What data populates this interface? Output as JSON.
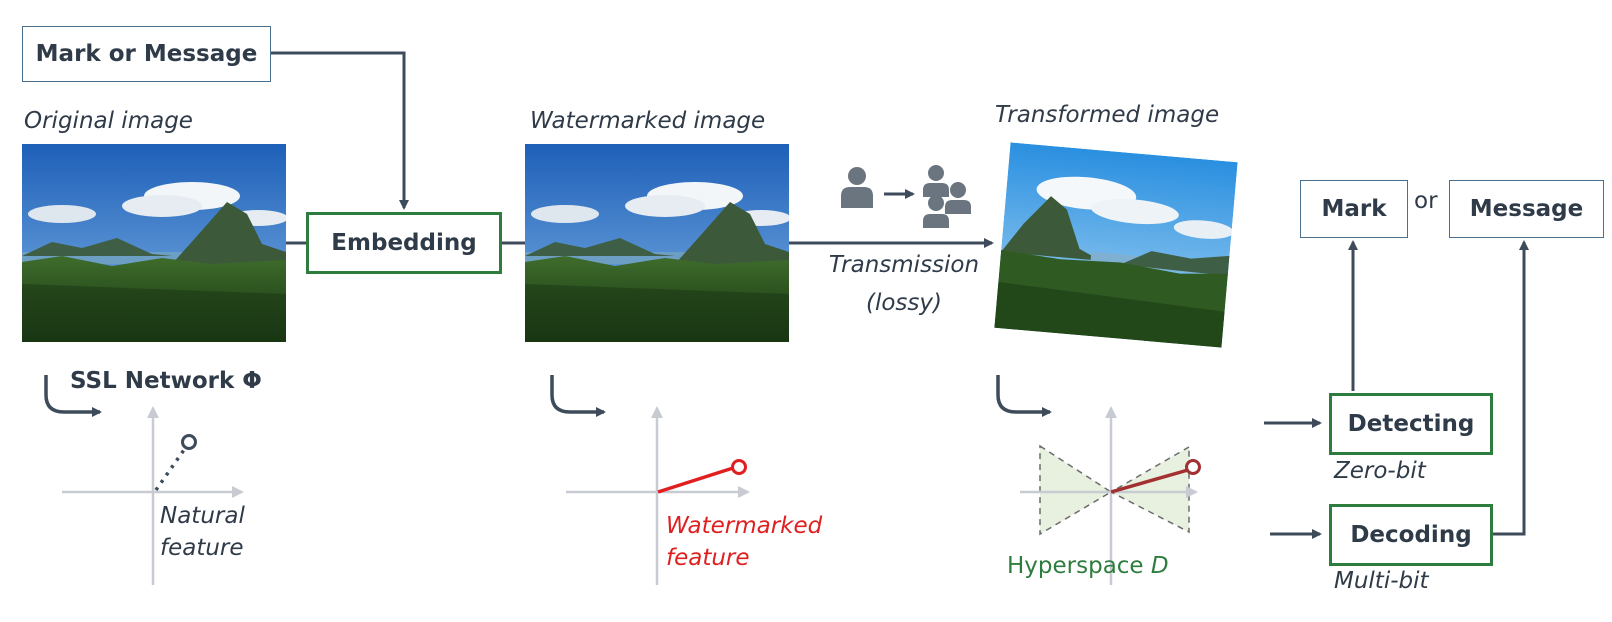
{
  "boxes": {
    "mark_or_message": "Mark or Message",
    "embedding": "Embedding",
    "mark": "Mark",
    "or": "or",
    "message": "Message",
    "detecting": "Detecting",
    "decoding": "Decoding"
  },
  "captions": {
    "original_image": "Original image",
    "watermarked_image": "Watermarked image",
    "transformed_image": "Transformed image",
    "transmission_line1": "Transmission",
    "transmission_line2": "(lossy)",
    "ssl_network": "SSL Network Φ",
    "natural_feature_line1": "Natural",
    "natural_feature_line2": "feature",
    "watermarked_feature_line1": "Watermarked",
    "watermarked_feature_line2": "feature",
    "hyperspace_prefix": "Hyperspace ",
    "hyperspace_symbol": "D",
    "zero_bit": "Zero-bit",
    "multi_bit": "Multi-bit"
  },
  "colors": {
    "wire": "#3d4b5a",
    "green": "#2e7d3e",
    "red": "#e02020",
    "dark_red": "#a33030",
    "axis": "#c8ccd2",
    "cone_fill": "#e8f0e0"
  },
  "icons": [
    "user-icon",
    "user-group-icon",
    "mountain-landscape-photo"
  ]
}
